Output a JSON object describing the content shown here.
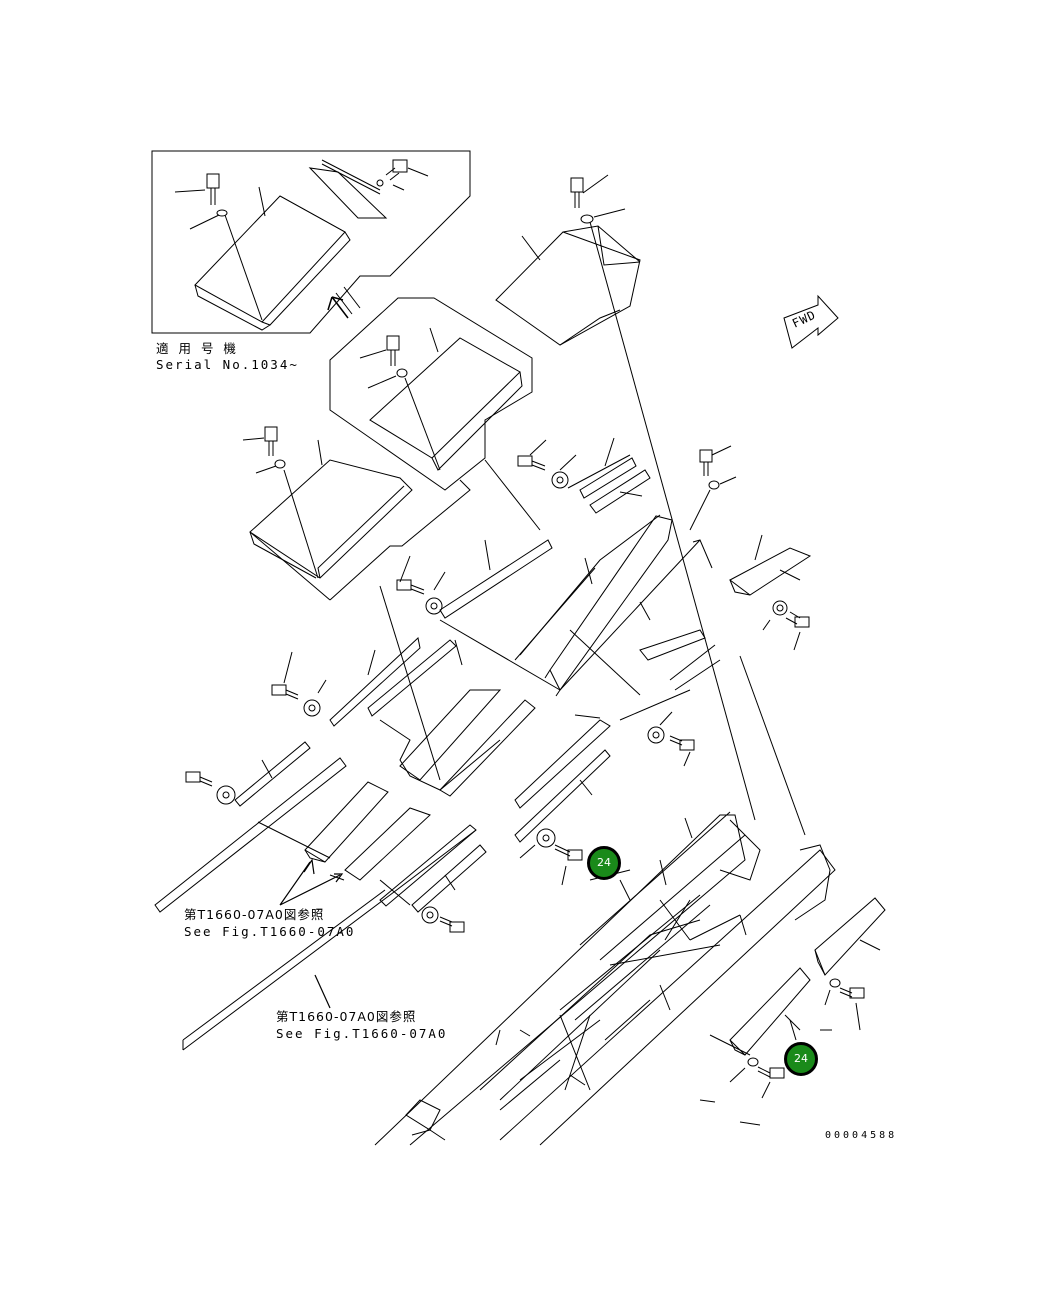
{
  "inset": {
    "applicable_label_jp": "適 用 号 機",
    "serial_label": "Serial No.1034~"
  },
  "direction_marker": "FWD",
  "references": [
    {
      "jp": "第T1660-07A0図参照",
      "en": "See Fig.T1660-07A0"
    },
    {
      "jp": "第T1660-07A0図参照",
      "en": "See Fig.T1660-07A0"
    }
  ],
  "callouts": [
    "24",
    "24"
  ],
  "drawing_number": "00004588",
  "colors": {
    "callout_fill": "#1a8a1a",
    "callout_text": "#ffffff",
    "line": "#000000"
  }
}
